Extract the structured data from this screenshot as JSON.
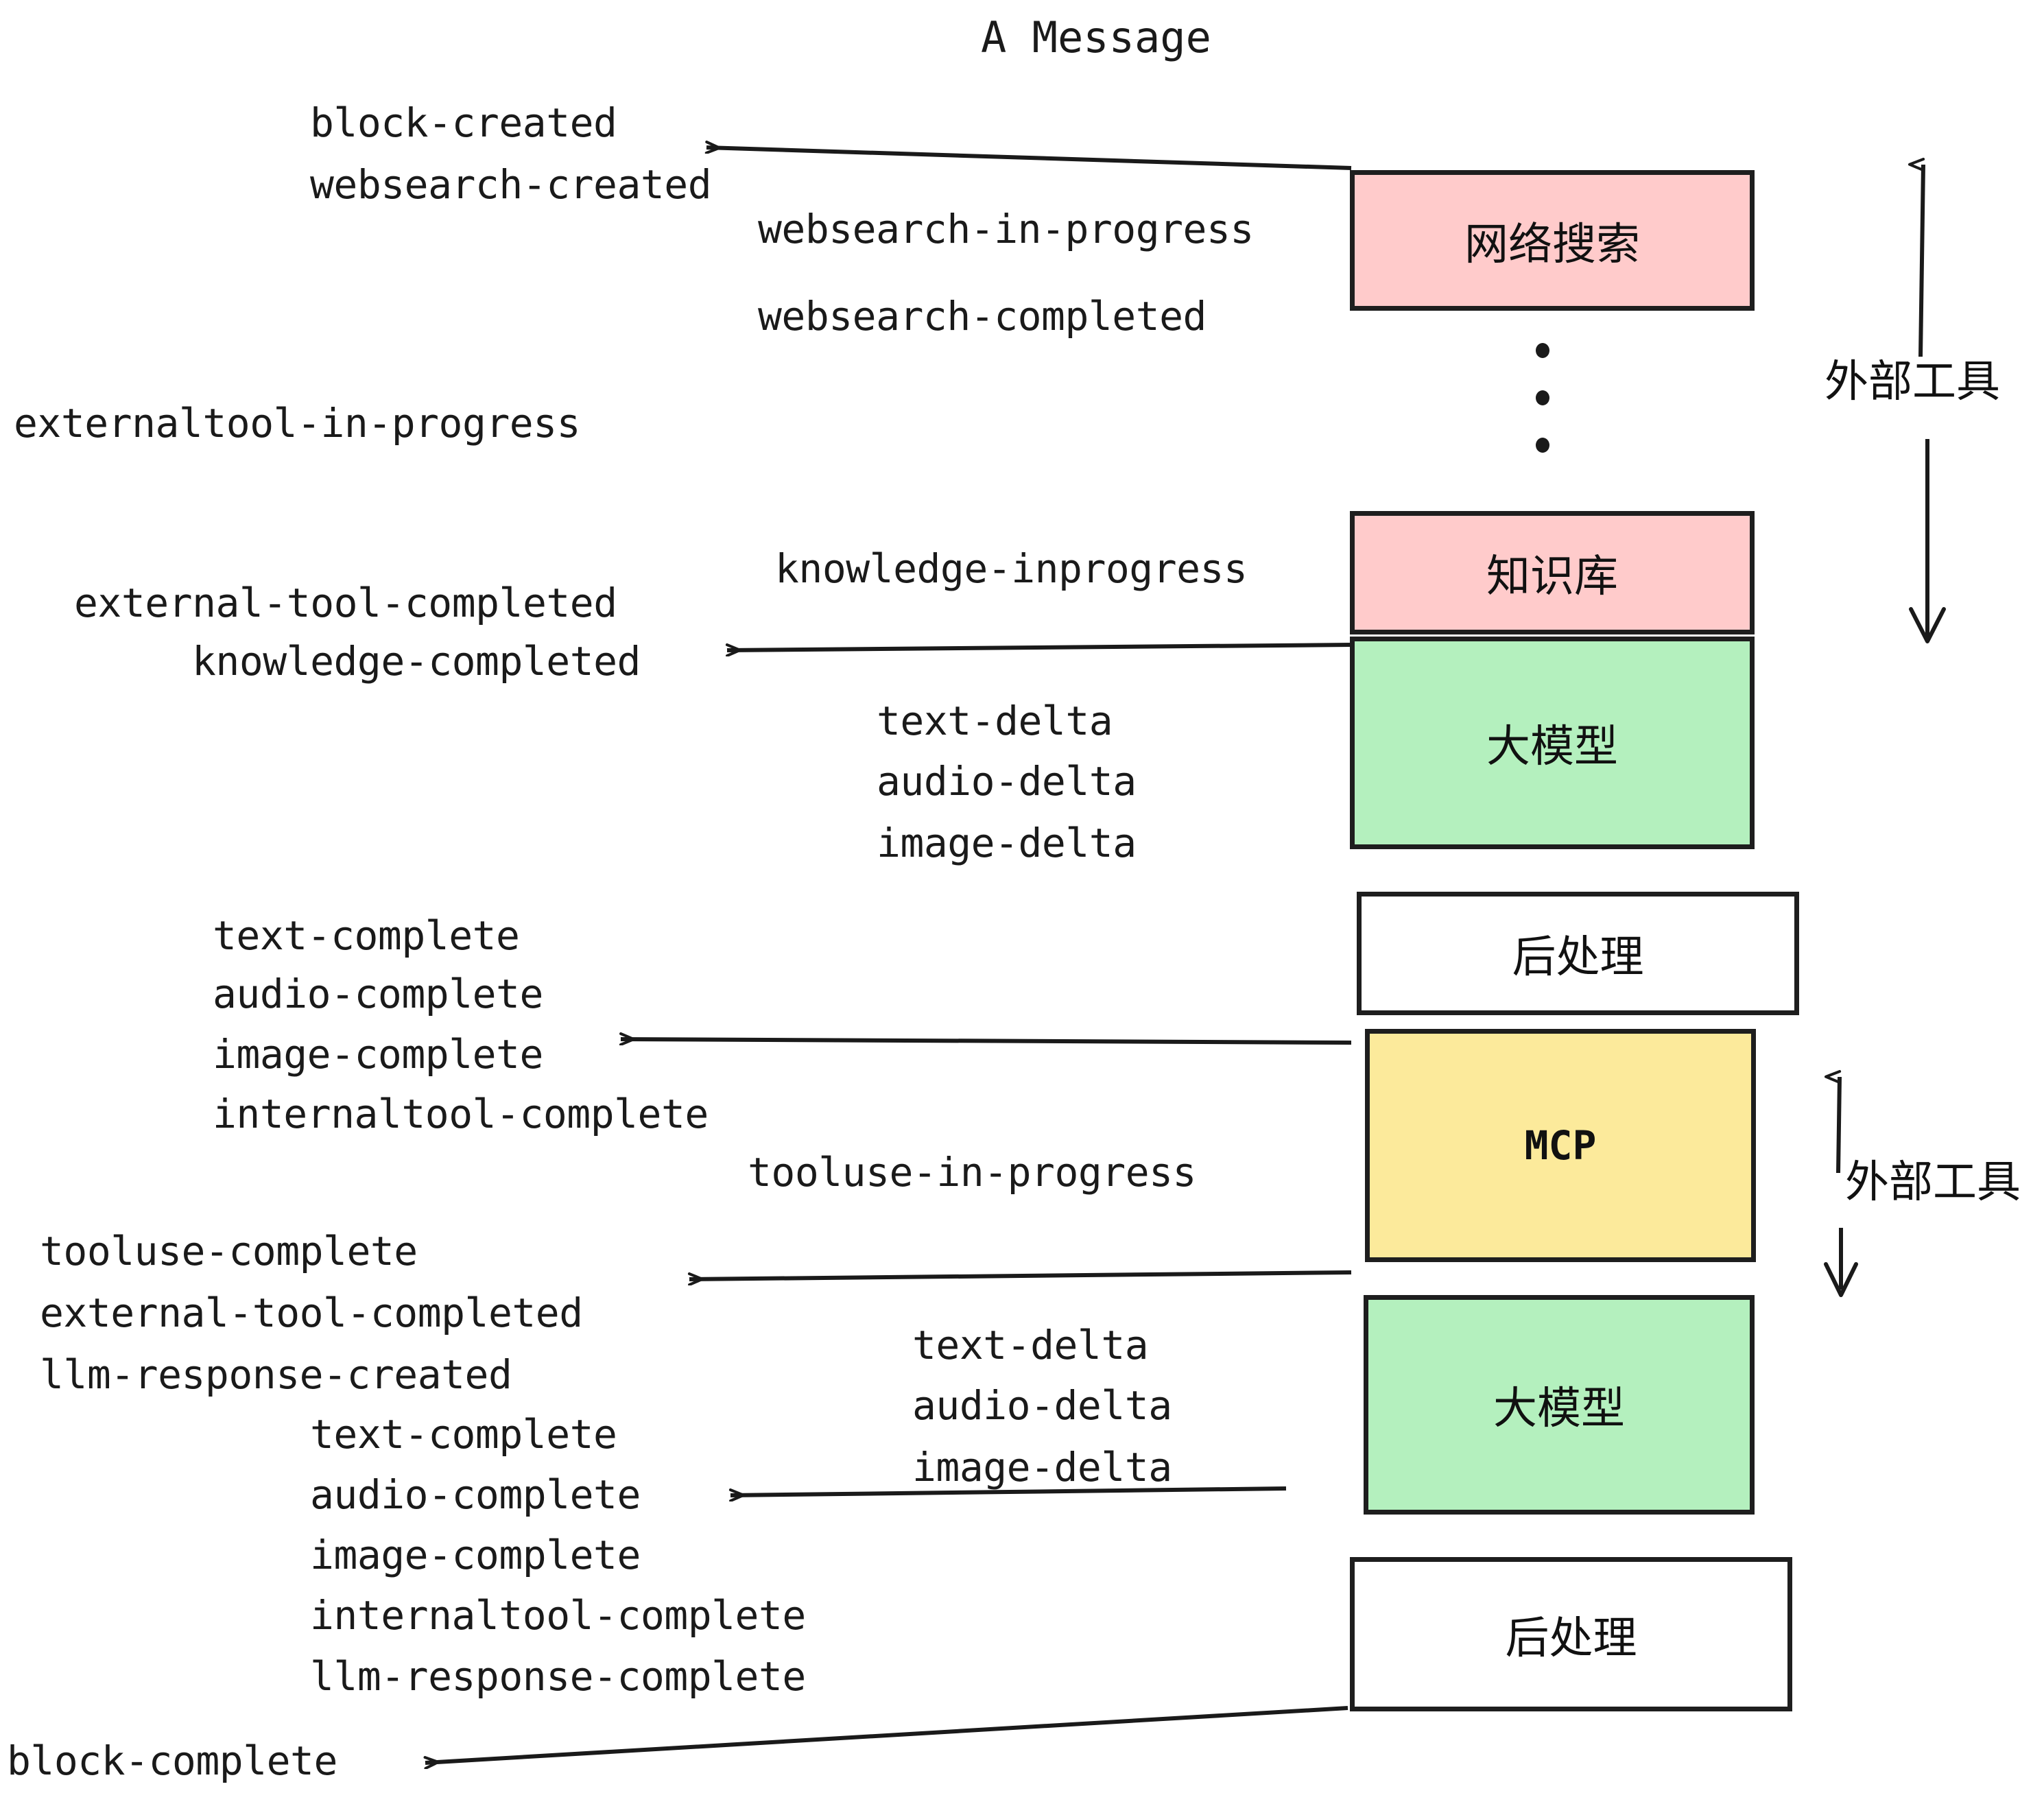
{
  "title": "A Message",
  "colors": {
    "pink": "#FFCBCB",
    "green": "#B4F0BE",
    "yellow": "#FCEA9B",
    "white": "#FFFFFF",
    "stroke": "#1E1E1E",
    "text": "#1A1A1A"
  },
  "nodes": [
    {
      "id": "websearch",
      "label": "网络搜索",
      "fill": "#FFCBCB",
      "mono": false
    },
    {
      "id": "knowledge",
      "label": "知识库",
      "fill": "#FFCBCB",
      "mono": false
    },
    {
      "id": "llm-1",
      "label": "大模型",
      "fill": "#B4F0BE",
      "mono": false
    },
    {
      "id": "postprocess-1",
      "label": "后处理",
      "fill": "#FFFFFF",
      "mono": false
    },
    {
      "id": "mcp",
      "label": "MCP",
      "fill": "#FCEA9B",
      "mono": true
    },
    {
      "id": "llm-2",
      "label": "大模型",
      "fill": "#B4F0BE",
      "mono": false
    },
    {
      "id": "postprocess-2",
      "label": "后处理",
      "fill": "#FFFFFF",
      "mono": false
    }
  ],
  "side_labels": [
    {
      "id": "external-tools-top",
      "label": "外部工具"
    },
    {
      "id": "external-tools-bottom",
      "label": "外部工具"
    }
  ],
  "events": [
    {
      "id": "block-created",
      "label": "block-created"
    },
    {
      "id": "websearch-created",
      "label": "websearch-created"
    },
    {
      "id": "websearch-in-progress",
      "label": "websearch-in-progress"
    },
    {
      "id": "websearch-completed",
      "label": "websearch-completed"
    },
    {
      "id": "externaltool-in-progress",
      "label": "externaltool-in-progress"
    },
    {
      "id": "knowledge-inprogress",
      "label": "knowledge-inprogress"
    },
    {
      "id": "external-tool-completed-1",
      "label": "external-tool-completed"
    },
    {
      "id": "knowledge-completed",
      "label": "knowledge-completed"
    },
    {
      "id": "text-delta-1",
      "label": "text-delta"
    },
    {
      "id": "audio-delta-1",
      "label": "audio-delta"
    },
    {
      "id": "image-delta-1",
      "label": "image-delta"
    },
    {
      "id": "text-complete-1",
      "label": "text-complete"
    },
    {
      "id": "audio-complete-1",
      "label": "audio-complete"
    },
    {
      "id": "image-complete-1",
      "label": "image-complete"
    },
    {
      "id": "internaltool-complete-1",
      "label": "internaltool-complete"
    },
    {
      "id": "tooluse-in-progress",
      "label": "tooluse-in-progress"
    },
    {
      "id": "tooluse-complete",
      "label": "tooluse-complete"
    },
    {
      "id": "external-tool-completed-2",
      "label": "external-tool-completed"
    },
    {
      "id": "llm-response-created",
      "label": "llm-response-created"
    },
    {
      "id": "text-delta-2",
      "label": "text-delta"
    },
    {
      "id": "audio-delta-2",
      "label": "audio-delta"
    },
    {
      "id": "image-delta-2",
      "label": "image-delta"
    },
    {
      "id": "text-complete-2",
      "label": "text-complete"
    },
    {
      "id": "audio-complete-2",
      "label": "audio-complete"
    },
    {
      "id": "image-complete-2",
      "label": "image-complete"
    },
    {
      "id": "internaltool-complete-2",
      "label": "internaltool-complete"
    },
    {
      "id": "llm-response-complete",
      "label": "llm-response-complete"
    },
    {
      "id": "block-complete",
      "label": "block-complete"
    }
  ]
}
